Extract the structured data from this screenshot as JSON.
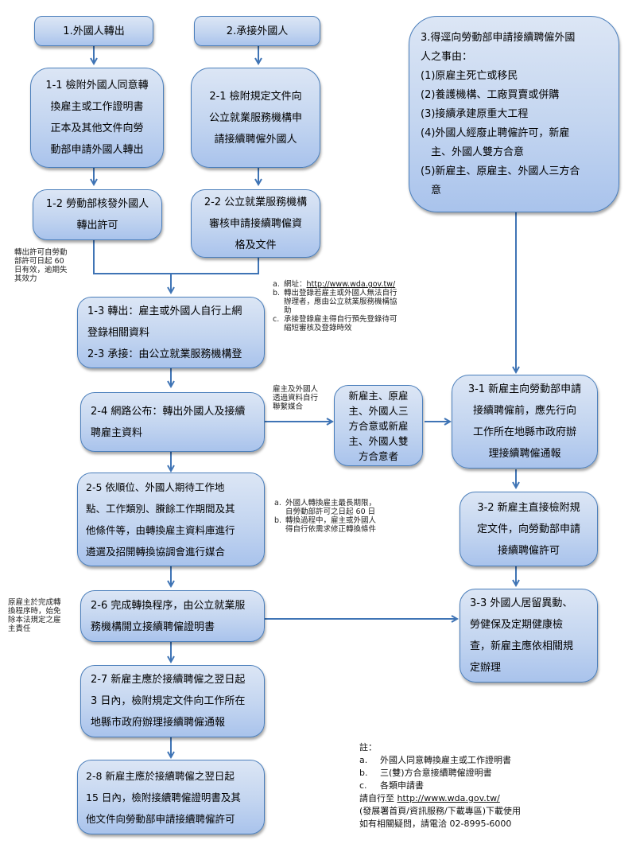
{
  "boxes": {
    "b1": "1.外國人轉出",
    "b2": "2.承接外國人",
    "b3": {
      "title_lines": [
        "3.得逕向勞動部申請接續聘僱外國",
        "人之事由："
      ],
      "items": [
        [
          "(1)原雇主死亡或移民"
        ],
        [
          "(2)養護機構、工廠買賣或併購"
        ],
        [
          "(3)接續承建原重大工程"
        ],
        [
          "(4)外國人經廢止聘僱許可，新雇",
          "　主、外國人雙方合意"
        ],
        [
          "(5)新雇主、原雇主、外國人三方合",
          "　意"
        ]
      ]
    },
    "b1_1": [
      "1-1 檢附外國人同意轉",
      "換雇主或工作證明書",
      "正本及其他文件向勞",
      "動部申請外國人轉出"
    ],
    "b1_2": [
      "1-2 勞動部核發外國人",
      "轉出許可"
    ],
    "b2_1": [
      "2-1 檢附規定文件向",
      "公立就業服務機構申",
      "請接續聘僱外國人"
    ],
    "b2_2": [
      "2-2 公立就業服務機構",
      "審核申請接續聘僱資",
      "格及文件"
    ],
    "b1_3": [
      "1-3 轉出：雇主或外國人自行上網",
      "登錄相關資料",
      "2-3 承接：由公立就業服務機構登"
    ],
    "b2_4": [
      "2-4 網路公布：轉出外國人及接續",
      "聘雇主資料"
    ],
    "b_mid": [
      "新雇主、原雇",
      "主、外國人三",
      "方合意或新雇",
      "主、外國人雙",
      "方合意者"
    ],
    "b2_5": [
      "2-5 依順位、外國人期待工作地",
      "點、工作類別、賸餘工作期間及其",
      "他條件等，由轉換雇主資料庫進行",
      "遴選及招開轉換協調會進行媒合"
    ],
    "b2_6": [
      "2-6 完成轉換程序，由公立就業服",
      "務機構開立接續聘僱證明書"
    ],
    "b2_7": [
      "2-7 新雇主應於接續聘僱之翌日起",
      "3 日內，檢附規定文件向工作所在",
      "地縣市政府辦理接續聘僱通報"
    ],
    "b2_8": [
      "2-8 新雇主應於接續聘僱之翌日起",
      "15 日內，檢附接續聘僱證明書及其",
      "他文件向勞動部申請接續聘僱許可"
    ],
    "b3_1": [
      "3-1 新雇主向勞動部申請",
      "接續聘僱前，應先行向",
      "工作所在地縣市政府辦",
      "理接續聘僱通報"
    ],
    "b3_2": [
      "3-2 新雇主直接檢附規",
      "定文件，向勞動部申請",
      "接續聘僱許可"
    ],
    "b3_3": [
      "3-3 外國人居留異動、",
      "勞健保及定期健康檢",
      "查，新雇主應依相關規",
      "定辦理"
    ]
  },
  "notes": {
    "permit_validity": [
      "轉出許可自勞動",
      "部許可日起 60",
      "日有效，逾期失",
      "其效力"
    ],
    "registration": [
      {
        "marker": "a.",
        "lines": [
          "網址：",
          "http://www.wda.gov.tw/"
        ]
      },
      {
        "marker": "b.",
        "lines": [
          "轉出登錄若雇主或外國人無法自行",
          "辦理者，應由公立就業服務機構協",
          "助"
        ]
      },
      {
        "marker": "c.",
        "lines": [
          "承接登錄雇主得自行預先登錄待可",
          "縮短審核及登錄時效"
        ]
      }
    ],
    "self_contact": [
      "雇主及外國人",
      "透過資料自行",
      "聯繫媒合"
    ],
    "transfer_period": [
      {
        "marker": "a.",
        "lines": [
          "外國人轉換雇主最長期限，",
          "自勞動部許可之日起 60 日"
        ]
      },
      {
        "marker": "b.",
        "lines": [
          "轉換過程中，雇主或外國人",
          "得自行依需求修正轉換條件"
        ]
      }
    ],
    "employer_liability": [
      "原雇主於完成轉",
      "換程序時，始免",
      "除本法規定之雇",
      "主責任"
    ]
  },
  "footnote": {
    "title": "註：",
    "items": [
      {
        "marker": "a.",
        "text": "外國人同意轉換雇主或工作證明書"
      },
      {
        "marker": "b.",
        "text": "三(雙)方合意接續聘僱證明書"
      },
      {
        "marker": "c.",
        "text": "各類申請書"
      }
    ],
    "download_prefix": "請自行至 ",
    "download_url": "http://www.wda.gov.tw/",
    "download_path": "(發展署首頁/資訊服務/下載專區)下載使用",
    "contact": "如有相關疑問，請電洽 02-8995-6000"
  },
  "colors": {
    "connector": "#3f74b5",
    "box_border": "#4a7ebb",
    "box_top": "#dce6f5",
    "box_bottom": "#a9c3ec"
  }
}
